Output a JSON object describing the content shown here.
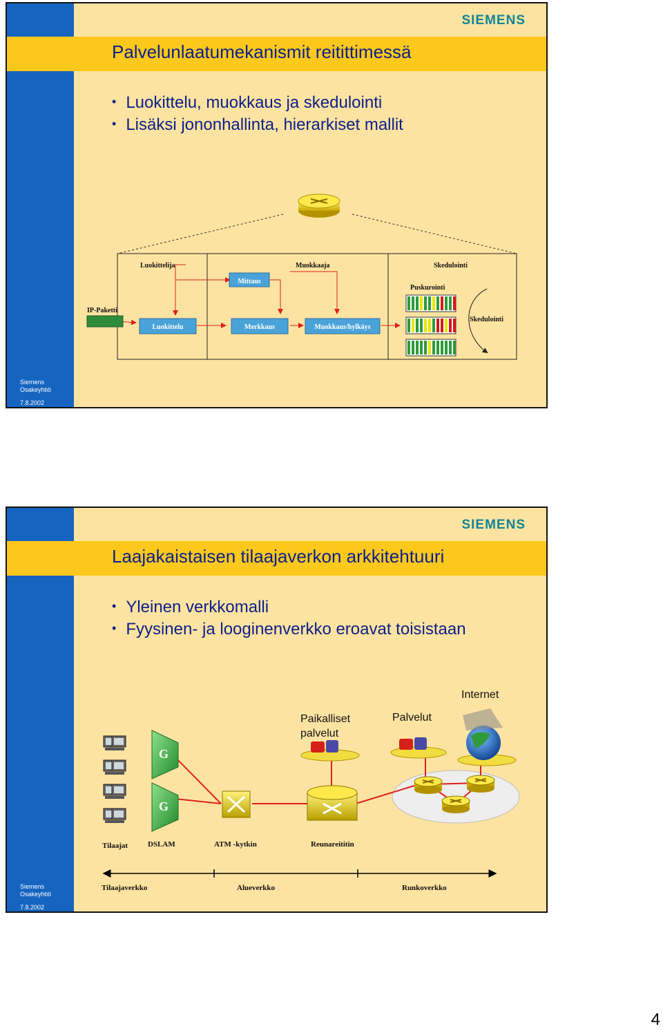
{
  "slides": [
    {
      "logo": "SIEMENS",
      "title": "Palvelunlaatumekanismit reitittimessä",
      "bullets": [
        "Luokittelu, muokkaus ja skedulointi",
        "Lisäksi jononhallinta, hierarkiset mallit"
      ],
      "footer": {
        "company_line1": "Siemens",
        "company_line2": "Osakeyhtiö",
        "date": "7.8.2002"
      },
      "diagram": {
        "section_labels": [
          "Luokittelija",
          "Muokkaaja",
          "Skedulointi"
        ],
        "boxes": {
          "mittaus": "Mittaus",
          "luokittelu": "Luokittelu",
          "merkkaus": "Merkkaus",
          "muokkaus": "Muokkaus/hylkäys"
        },
        "ip_paketti": "IP-Paketti",
        "puskurointi": "Puskurointi",
        "skedulointi_label": "Skedulointi"
      }
    },
    {
      "logo": "SIEMENS",
      "title": "Laajakaistaisen tilaajaverkon arkkitehtuuri",
      "bullets": [
        "Yleinen verkkomalli",
        "Fyysinen- ja looginenverkko eroavat toisistaan"
      ],
      "footer": {
        "company_line1": "Siemens",
        "company_line2": "Osakeyhtiö",
        "date": "7.8.2002"
      },
      "diagram": {
        "internet": "Internet",
        "paikalliset_line1": "Paikalliset",
        "paikalliset_line2": "palvelut",
        "palvelut": "Palvelut",
        "device_labels": [
          "Tilaajat",
          "DSLAM",
          "ATM -kytkin",
          "Reunareititin"
        ],
        "network_labels": [
          "Tilaajaverkko",
          "Alueverkko",
          "Runkoverkko"
        ]
      }
    }
  ],
  "page_number": "4",
  "colors": {
    "slide_bg": "#fde3a1",
    "blue_bar": "#1565c0",
    "title_bar": "#fcc81c",
    "text": "#0c1f8a",
    "logo": "#0f8597",
    "box": "#4aa3d8",
    "arrow": "#e0201c"
  }
}
